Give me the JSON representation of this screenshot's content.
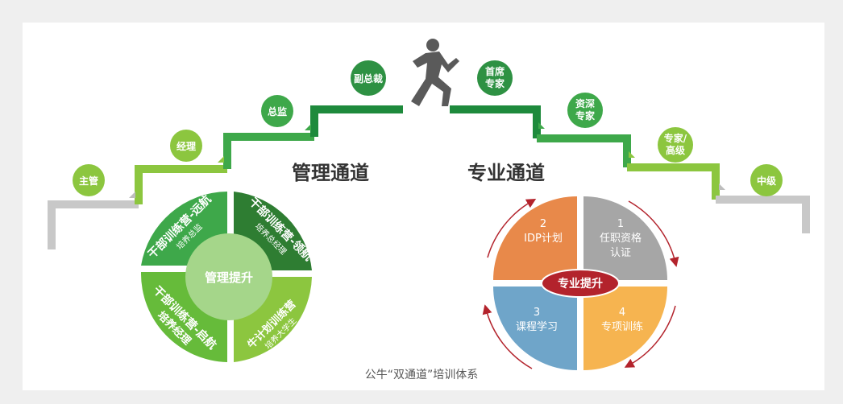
{
  "titles": {
    "management": "管理通道",
    "professional": "专业通道",
    "caption": "公牛“双通道”培训体系"
  },
  "management_ladder": [
    {
      "label": "主管"
    },
    {
      "label": "经理"
    },
    {
      "label": "总监"
    },
    {
      "label": "副总裁"
    }
  ],
  "professional_ladder": [
    {
      "label1": "首席",
      "label2": "专家"
    },
    {
      "label1": "资深",
      "label2": "专家"
    },
    {
      "label1": "专家/",
      "label2": "高级"
    },
    {
      "label1": "中级",
      "label2": ""
    }
  ],
  "management_circle": {
    "center": "管理提升",
    "segments": [
      {
        "title": "干部训练营-远航",
        "sub": "培养总监"
      },
      {
        "title": "干部训练营-领航",
        "sub": "培养总经理"
      },
      {
        "title": "牛计划训练营",
        "sub": "培养大学生"
      },
      {
        "title": "干部训练营-启航",
        "sub": "培养经理"
      }
    ]
  },
  "professional_circle": {
    "center": "专业提升",
    "quadrants": [
      {
        "num": "2",
        "label": "IDP计划",
        "label2": ""
      },
      {
        "num": "1",
        "label": "任职资格",
        "label2": "认证"
      },
      {
        "num": "3",
        "label": "课程学习",
        "label2": ""
      },
      {
        "num": "4",
        "label": "专项训练",
        "label2": ""
      }
    ]
  },
  "colors": {
    "green_dark": "#1e8a3c",
    "green": "#3ea84a",
    "green_light": "#8cc63f",
    "grey": "#bdbdbd",
    "orange": "#e8894a",
    "gray_q": "#a6a6a6",
    "blue": "#6fa5c9",
    "yellow": "#f6b450",
    "red": "#b3232c"
  }
}
